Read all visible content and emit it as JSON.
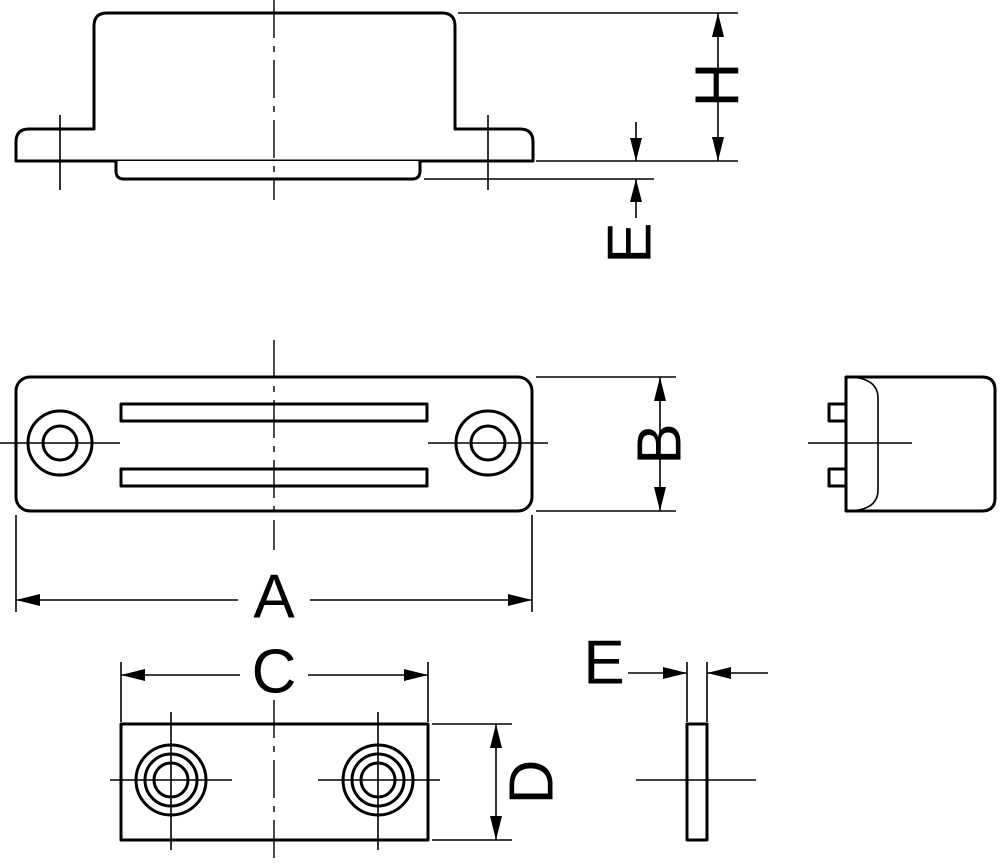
{
  "dimension_labels": {
    "H": "H",
    "E_side": "E",
    "B": "B",
    "A": "A",
    "C": "C",
    "D": "D",
    "E_plate": "E"
  }
}
